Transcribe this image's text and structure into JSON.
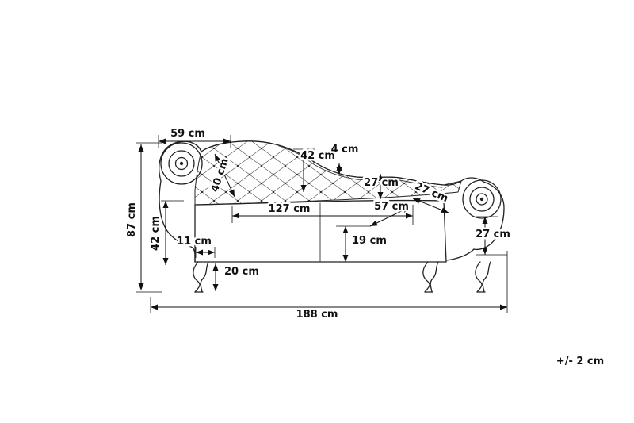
{
  "diagram": {
    "tolerance_note": "+/- 2 cm",
    "dimensions": {
      "top_arm_width": "59 cm",
      "arm_inner_depth": "40 cm",
      "back_height_left": "42 cm",
      "top_edge_thickness": "4 cm",
      "back_height_right": "27 cm",
      "right_arm_width": "27 cm",
      "seat_width": "127 cm",
      "seat_depth": "57 cm",
      "overall_height": "87 cm",
      "arm_height": "42 cm",
      "leg_inset": "11 cm",
      "base_front_height": "19 cm",
      "right_side_height": "27 cm",
      "leg_height": "20 cm",
      "overall_width": "188 cm"
    }
  }
}
